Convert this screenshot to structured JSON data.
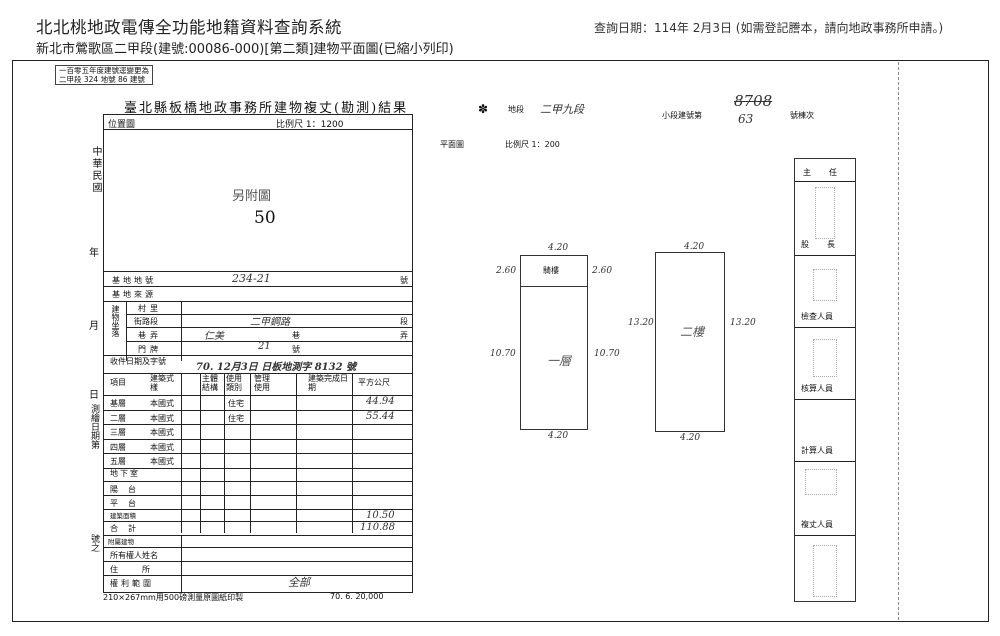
{
  "header": {
    "title": "北北桃地政電傳全功能地籍資料查詢系統",
    "subtitle": "新北市鶯歌區二甲段(建號:00086-000)[第二類]建物平面圖(已縮小列印)",
    "query_date": "查詢日期：114年 2月3日 (如需登記謄本，請向地政事務所申請。)"
  },
  "stamp": {
    "line1": "一百零五年度建號逕變更為",
    "line2": "二甲段 324 地號 86 建號"
  },
  "form": {
    "title": "臺北縣板橋地政事務所建物複丈(勘測)結果",
    "position_map": "位置圖",
    "scale_small": "比例尺 1：1200",
    "map_label": "另附圖",
    "map_number": "50",
    "left_labels": [
      "中",
      "華",
      "民",
      "國",
      "年",
      "月",
      "日",
      "測",
      "繪",
      "日",
      "期",
      "第",
      "號",
      "之"
    ],
    "land_no_label": "基地地號",
    "land_no_value": "234-21",
    "land_no_suffix": "號",
    "land_source_label": "基地來源",
    "addr_side": "建物坐落",
    "addr_village": "村里",
    "addr_street_section": "街路段",
    "addr_street_value": "二甲鋼路",
    "addr_lane": "巷弄",
    "addr_lane_value": "仁美",
    "addr_door": "門牌",
    "addr_door_value": "21",
    "addr_door_suffix": "號",
    "addr_seg": "段",
    "addr_lane_suffix": "巷",
    "addr_alley_suffix": "弄",
    "receipt_label": "收件日期及字號",
    "receipt_value": "70. 12月3日 日板地測字 8132 號",
    "col_item": "項目",
    "col_type": "建築式樣",
    "col_structure": "主體結構",
    "col_use": "使用類別",
    "col_mgmt": "管理使用",
    "col_complete": "建築完成日期",
    "col_area": "平方公尺",
    "floors": [
      {
        "label": "基層",
        "style": "本國式",
        "use": "住宅",
        "area": "44.94"
      },
      {
        "label": "二層",
        "style": "本國式",
        "use": "住宅",
        "area": "55.44"
      },
      {
        "label": "三層",
        "style": "本國式",
        "use": "",
        "area": ""
      },
      {
        "label": "四層",
        "style": "本國式",
        "use": "",
        "area": ""
      },
      {
        "label": "五層",
        "style": "本國式",
        "use": "",
        "area": ""
      }
    ],
    "basement": "地下室",
    "balcony": "陽台",
    "platform": "平台",
    "subtotal_label": "建築面積",
    "subtotal_value": "10.50",
    "total_label": "合計",
    "total_value": "110.88",
    "attached": "附屬建物",
    "owner": "所有權人姓名",
    "residence": "住所",
    "rights": "權利範圍",
    "rights_value": "全部",
    "footer_left": "210×267mm用500磅測量原圖紙印製",
    "footer_right": "70. 6. 20,000"
  },
  "right": {
    "lot_label": "地段",
    "lot_value": "二甲九段",
    "build_no_label": "小段建號第",
    "build_no_value": "8708",
    "build_no_extra": "63",
    "build_no_suffix": "號棟次",
    "plan_label": "平面圖",
    "plan_scale": "比例尺 1：200",
    "floor1_label": "一層",
    "floor1_top": "4.20",
    "floor1_bottom": "4.20",
    "floor1_left": "10.70",
    "floor1_right": "10.70",
    "stair_label": "騎樓",
    "stair_left": "2.60",
    "stair_right": "2.60",
    "floor2_label": "二樓",
    "floor2_top": "4.20",
    "floor2_bottom": "4.20",
    "floor2_left": "13.20",
    "floor2_right": "13.20"
  },
  "signoff": {
    "head": "主任",
    "section": "股長",
    "checker": "檢查人員",
    "calculator": "核算人員",
    "computer": "計算人員",
    "surveyor": "複丈人員"
  }
}
